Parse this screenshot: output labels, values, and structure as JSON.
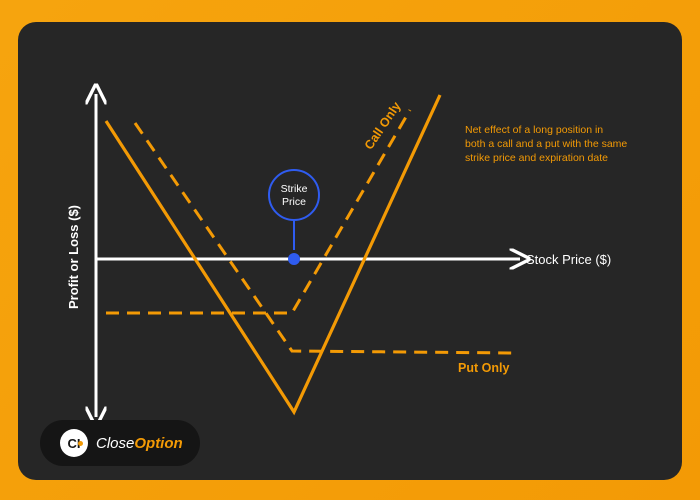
{
  "labels": {
    "call_only": "Call Only",
    "put_only": "Put Only",
    "strike_line1": "Strike",
    "strike_line2": "Price",
    "x_axis": "Stock Price ($)",
    "y_axis": "Profit or Loss ($)",
    "note_line1": "Net effect of a long position in",
    "note_line2": "both a call and a put with the same",
    "note_line3": "strike price and expiration date"
  },
  "brand": {
    "icon_text": "CI",
    "name_plain": "Close",
    "name_accent": "Option"
  },
  "colors": {
    "background": "#f39a05",
    "card": "#262626",
    "accent": "#f39a05",
    "strike_blue": "#2f5cf0",
    "axis": "#ffffff"
  }
}
